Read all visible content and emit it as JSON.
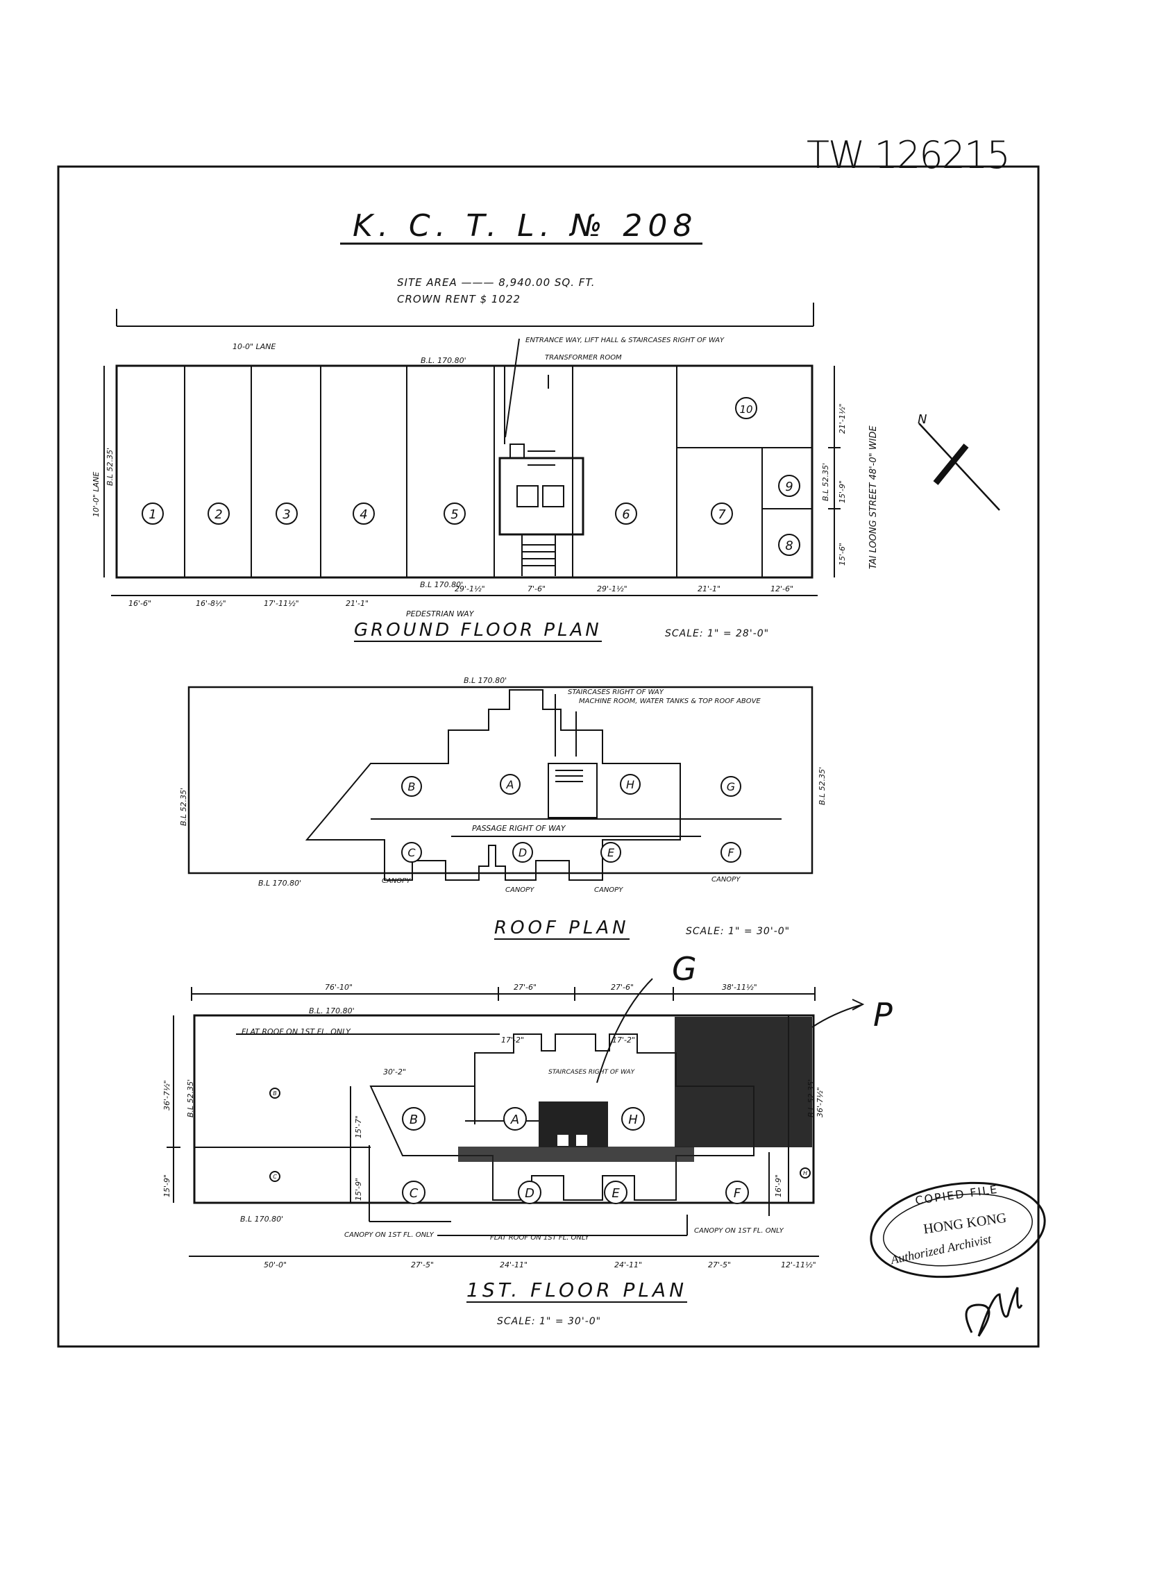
{
  "reference_no": "TW 126215",
  "title": "K. C. T. L. № 208",
  "site_area": "SITE AREA ——— 8,940.00 SQ. FT.",
  "crown_rent": "CROWN RENT $ 1022",
  "ground": {
    "heading": "GROUND FLOOR PLAN",
    "scale": "SCALE: 1\" = 28'-0\"",
    "lane_top": "10-0\" LANE",
    "lane_left": "10'-0\" LANE",
    "bl_left": "B.L 52.35'",
    "bl_top": "B.L. 170.80'",
    "bl_bottom": "B.L 170.80'",
    "bl_right": "B.L 52.35'",
    "street": "TAI LOONG STREET 48'-0\" WIDE",
    "pedestrian": "PEDESTRIAN WAY",
    "note_entrance": "ENTRANCE WAY, LIFT HALL & STAIRCASES RIGHT OF WAY",
    "note_transformer": "TRANSFORMER ROOM",
    "north": "N",
    "lots": [
      "1",
      "2",
      "3",
      "4",
      "5",
      "6",
      "7",
      "8",
      "9",
      "10"
    ],
    "dims_bottom": [
      "16'-6\"",
      "16'-8½\"",
      "17'-11½\"",
      "21'-1\"",
      "29'-1½\"",
      "7'-6\"",
      "29'-1½\"",
      "21'-1\"",
      "12'-6\""
    ],
    "dims_right": [
      "21'-1½\"",
      "15'-9\"",
      "15'-6\""
    ]
  },
  "roof": {
    "heading": "ROOF PLAN",
    "scale": "SCALE: 1\" = 30'-0\"",
    "bl_top": "B.L 170.80'",
    "bl_bottom": "B.L 170.80'",
    "bl_left": "B.L 52.35'",
    "bl_right": "B.L 52.35'",
    "note_stairs": "STAIRCASES RIGHT OF WAY",
    "note_machine": "MACHINE ROOM, WATER TANKS & TOP ROOF ABOVE",
    "passage": "PASSAGE RIGHT OF WAY",
    "canopy": "CANOPY",
    "units": [
      "A",
      "B",
      "C",
      "D",
      "E",
      "F",
      "G",
      "H"
    ]
  },
  "first": {
    "heading": "1ST. FLOOR PLAN",
    "scale": "SCALE: 1\" = 30'-0\"",
    "annot_g": "G",
    "annot_p": "P",
    "dims_top": [
      "76'-10\"",
      "27'-6\"",
      "27'-6\"",
      "38'-11½\""
    ],
    "dims_bottom": [
      "50'-0\"",
      "27'-5\"",
      "24'-11\"",
      "24'-11\"",
      "27'-5\"",
      "12'-11½\""
    ],
    "dims_left": [
      "36'-7½\"",
      "15'-9\""
    ],
    "bl_top": "B.L. 170.80'",
    "bl_bottom": "B.L 170.80'",
    "bl_left": "B.L 52.35'",
    "bl_right": "B.L 52.35'",
    "flat_roof": "FLAT ROOF ON 1ST FL. ONLY",
    "flat_roof_2": "FLAT ROOF ON 1ST FL. ONLY",
    "canopy_left": "CANOPY ON 1ST FL. ONLY",
    "canopy_right": "CANOPY ON 1ST FL. ONLY",
    "stairs": "STAIRCASES RIGHT OF WAY",
    "sub_dims": [
      "30'-2\"",
      "17'-2\"",
      "17'-2\"",
      "15'-7\"",
      "15'-9\"",
      "16'-9\"",
      "36'-7½\""
    ],
    "units": [
      "A",
      "B",
      "C",
      "D",
      "E",
      "F",
      "H"
    ],
    "small_marks": [
      "B",
      "C",
      "H"
    ]
  },
  "stamp": {
    "line1": "COPIED FILE",
    "line2": "HONG KONG",
    "line3": "Authorized Archivist"
  },
  "signature": "signature"
}
